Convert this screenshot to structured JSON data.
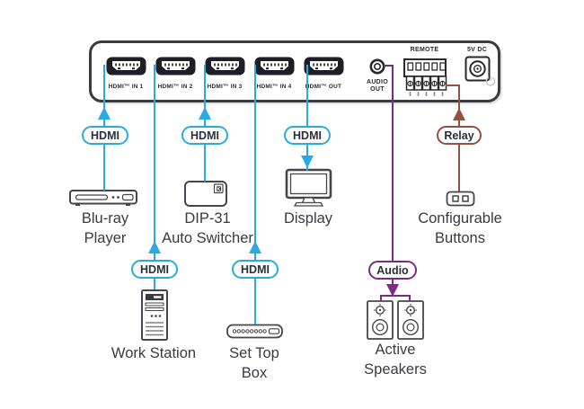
{
  "colors": {
    "hdmi_line": "#29ABE2",
    "audio_line": "#7B2B85",
    "relay_line": "#94513E",
    "ink": "#3A3A44"
  },
  "panel": {
    "ports": [
      {
        "label": "HDMI™ IN 1"
      },
      {
        "label": "HDMI™ IN 2"
      },
      {
        "label": "HDMI™ IN 3"
      },
      {
        "label": "HDMI™ IN 4"
      },
      {
        "label": "HDMI™ OUT"
      }
    ],
    "audio_out_label": "AUDIO\nOUT",
    "remote_label": "REMOTE",
    "power_label": "5V DC"
  },
  "badges": {
    "in1": "HDMI",
    "in3": "HDMI",
    "out": "HDMI",
    "workstation": "HDMI",
    "settop": "HDMI",
    "audio": "Audio",
    "relay": "Relay"
  },
  "devices": {
    "bluray": "Blu-ray\nPlayer",
    "dip31": "DIP-31\nAuto Switcher",
    "display": "Display",
    "config_buttons": "Configurable\nButtons",
    "workstation": "Work Station",
    "settop": "Set Top\nBox",
    "speakers": "Active\nSpeakers"
  }
}
